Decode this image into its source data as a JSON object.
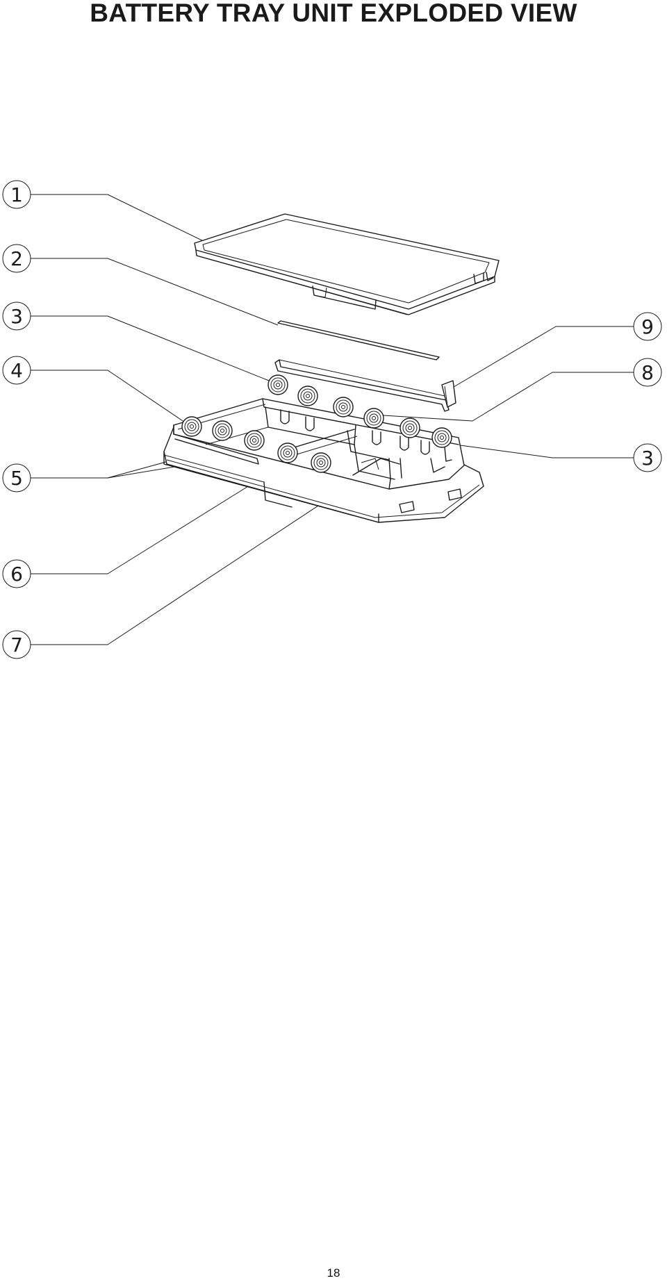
{
  "page": {
    "title": "BATTERY TRAY UNIT EXPLODED VIEW",
    "page_number": "18"
  },
  "callouts": [
    {
      "id": "c1",
      "label": "1"
    },
    {
      "id": "c2",
      "label": "2"
    },
    {
      "id": "c3-left",
      "label": "3"
    },
    {
      "id": "c4",
      "label": "4"
    },
    {
      "id": "c5",
      "label": "5"
    },
    {
      "id": "c6",
      "label": "6"
    },
    {
      "id": "c7",
      "label": "7"
    },
    {
      "id": "c9",
      "label": "9"
    },
    {
      "id": "c8",
      "label": "8"
    },
    {
      "id": "c3-right",
      "label": "3"
    }
  ]
}
